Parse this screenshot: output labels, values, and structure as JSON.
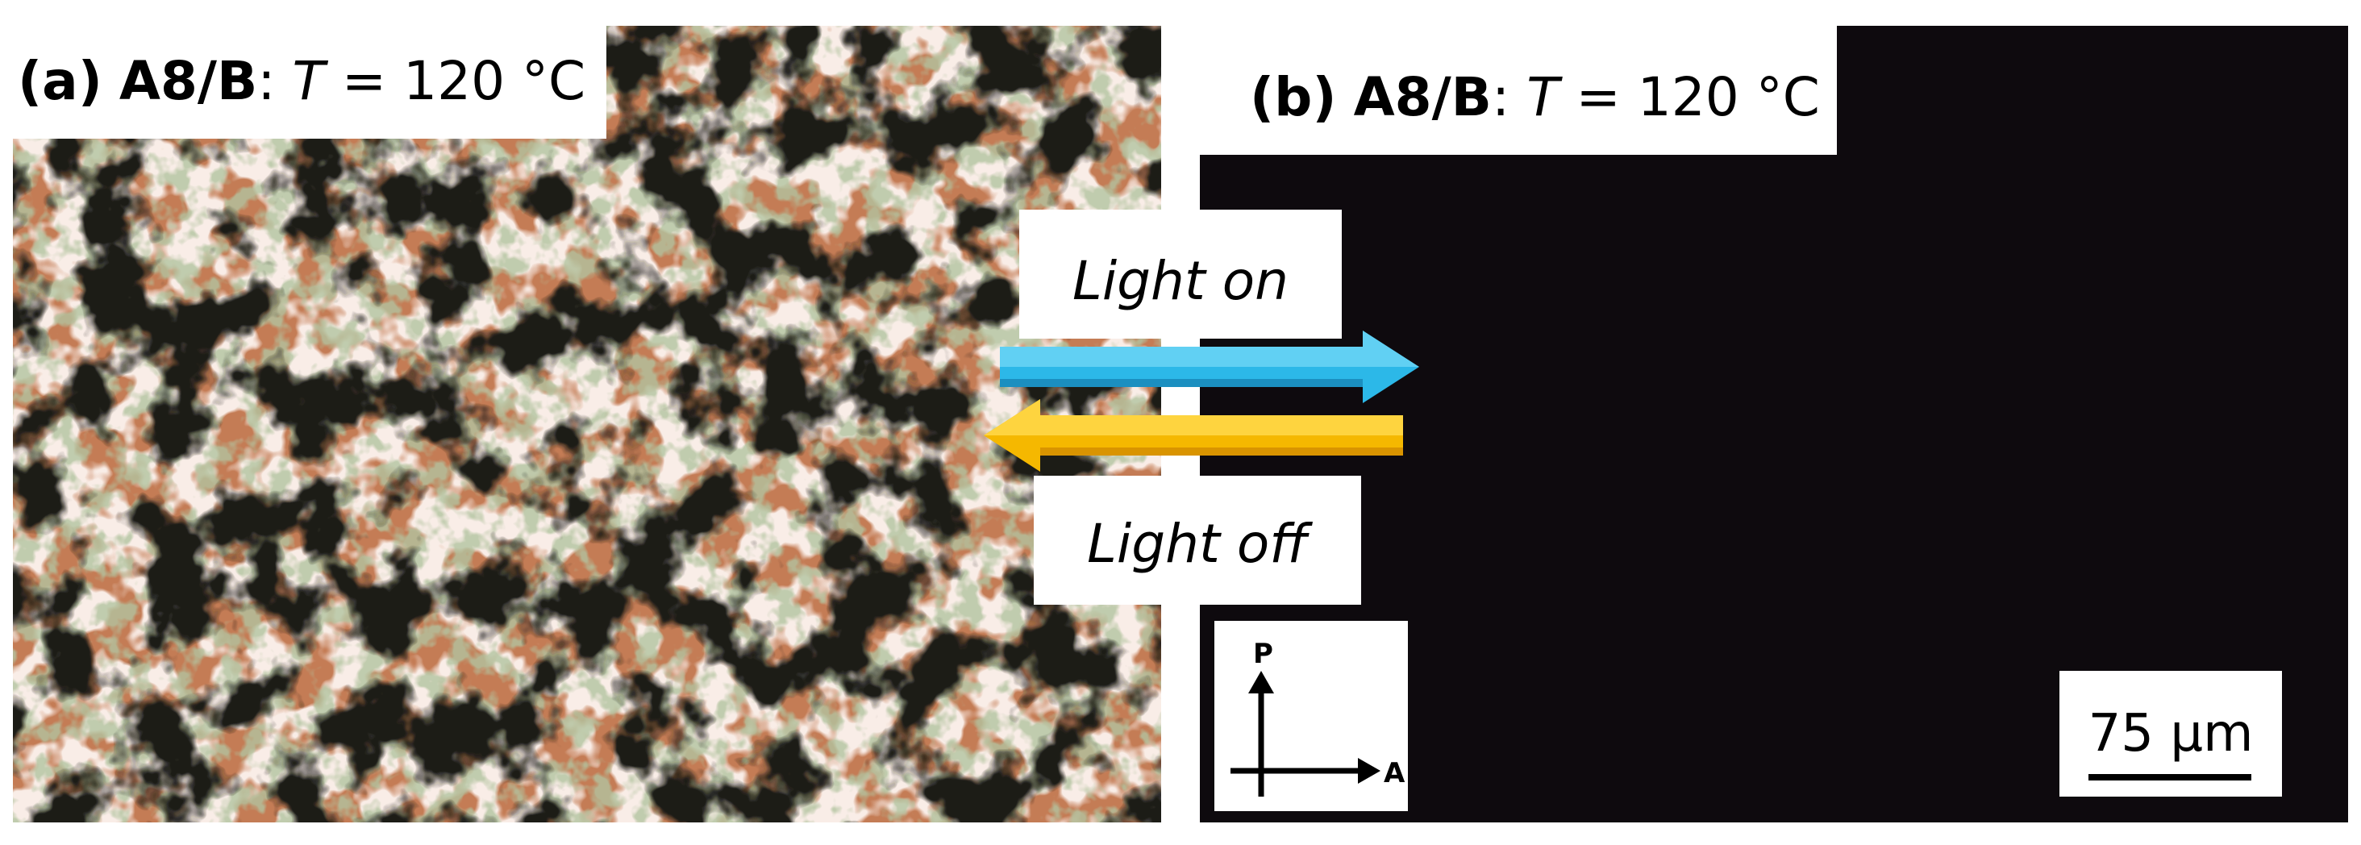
{
  "panel_a": {
    "letter": "(a)",
    "sample": "A8/B",
    "sep": ":",
    "temp_var": "T",
    "temp_value": "= 120 °C"
  },
  "panel_b": {
    "letter": "(b)",
    "sample": "A8/B",
    "sep": ":",
    "temp_var": "T",
    "temp_value": "= 120 °C"
  },
  "light_on_label": "Light on",
  "light_off_label": "Light off",
  "polarizer_label": "P",
  "analyzer_label": "A",
  "scale_bar_label": "75 µm",
  "colors": {
    "texture_base": "#c47c55",
    "dark_field": "#0e0a0e",
    "arrow_on": "#2cb8e8",
    "arrow_off": "#f5b800"
  }
}
